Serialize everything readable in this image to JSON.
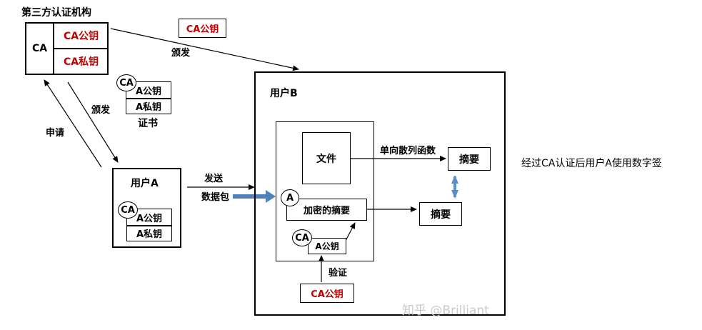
{
  "ca_block": {
    "title": "第三方认证机构",
    "ca_label": "CA",
    "public_key": "CA公钥",
    "private_key": "CA私钥"
  },
  "top_ca_public_key": "CA公钥",
  "labels": {
    "issue_top": "颁发",
    "issue_mid": "颁发",
    "apply": "申请",
    "send": "发送",
    "packet": "数据包",
    "hash_func": "单向散列函数",
    "verify": "验证"
  },
  "certificate": {
    "ca_badge": "CA",
    "public_key": "A公钥",
    "private_key": "A私钥",
    "caption": "证书"
  },
  "user_a": {
    "title": "用户A",
    "ca_badge": "CA",
    "public_key": "A公钥",
    "private_key": "A私钥"
  },
  "user_b": {
    "title": "用户B",
    "file": "文件",
    "encrypted_badge": "A",
    "encrypted_digest": "加密的摘要",
    "cert_badge": "CA",
    "cert_public_key": "A公钥",
    "digest_top": "摘要",
    "digest_bottom": "摘要",
    "verify_key": "CA公钥"
  },
  "caption_right": "经过CA认证后用户A使用数字签",
  "watermark": "知乎 @Brilliant",
  "colors": {
    "key_red": "#c00000",
    "compare_arrow": "#5b8fc7",
    "packet_arrow": "#4f81bd"
  }
}
